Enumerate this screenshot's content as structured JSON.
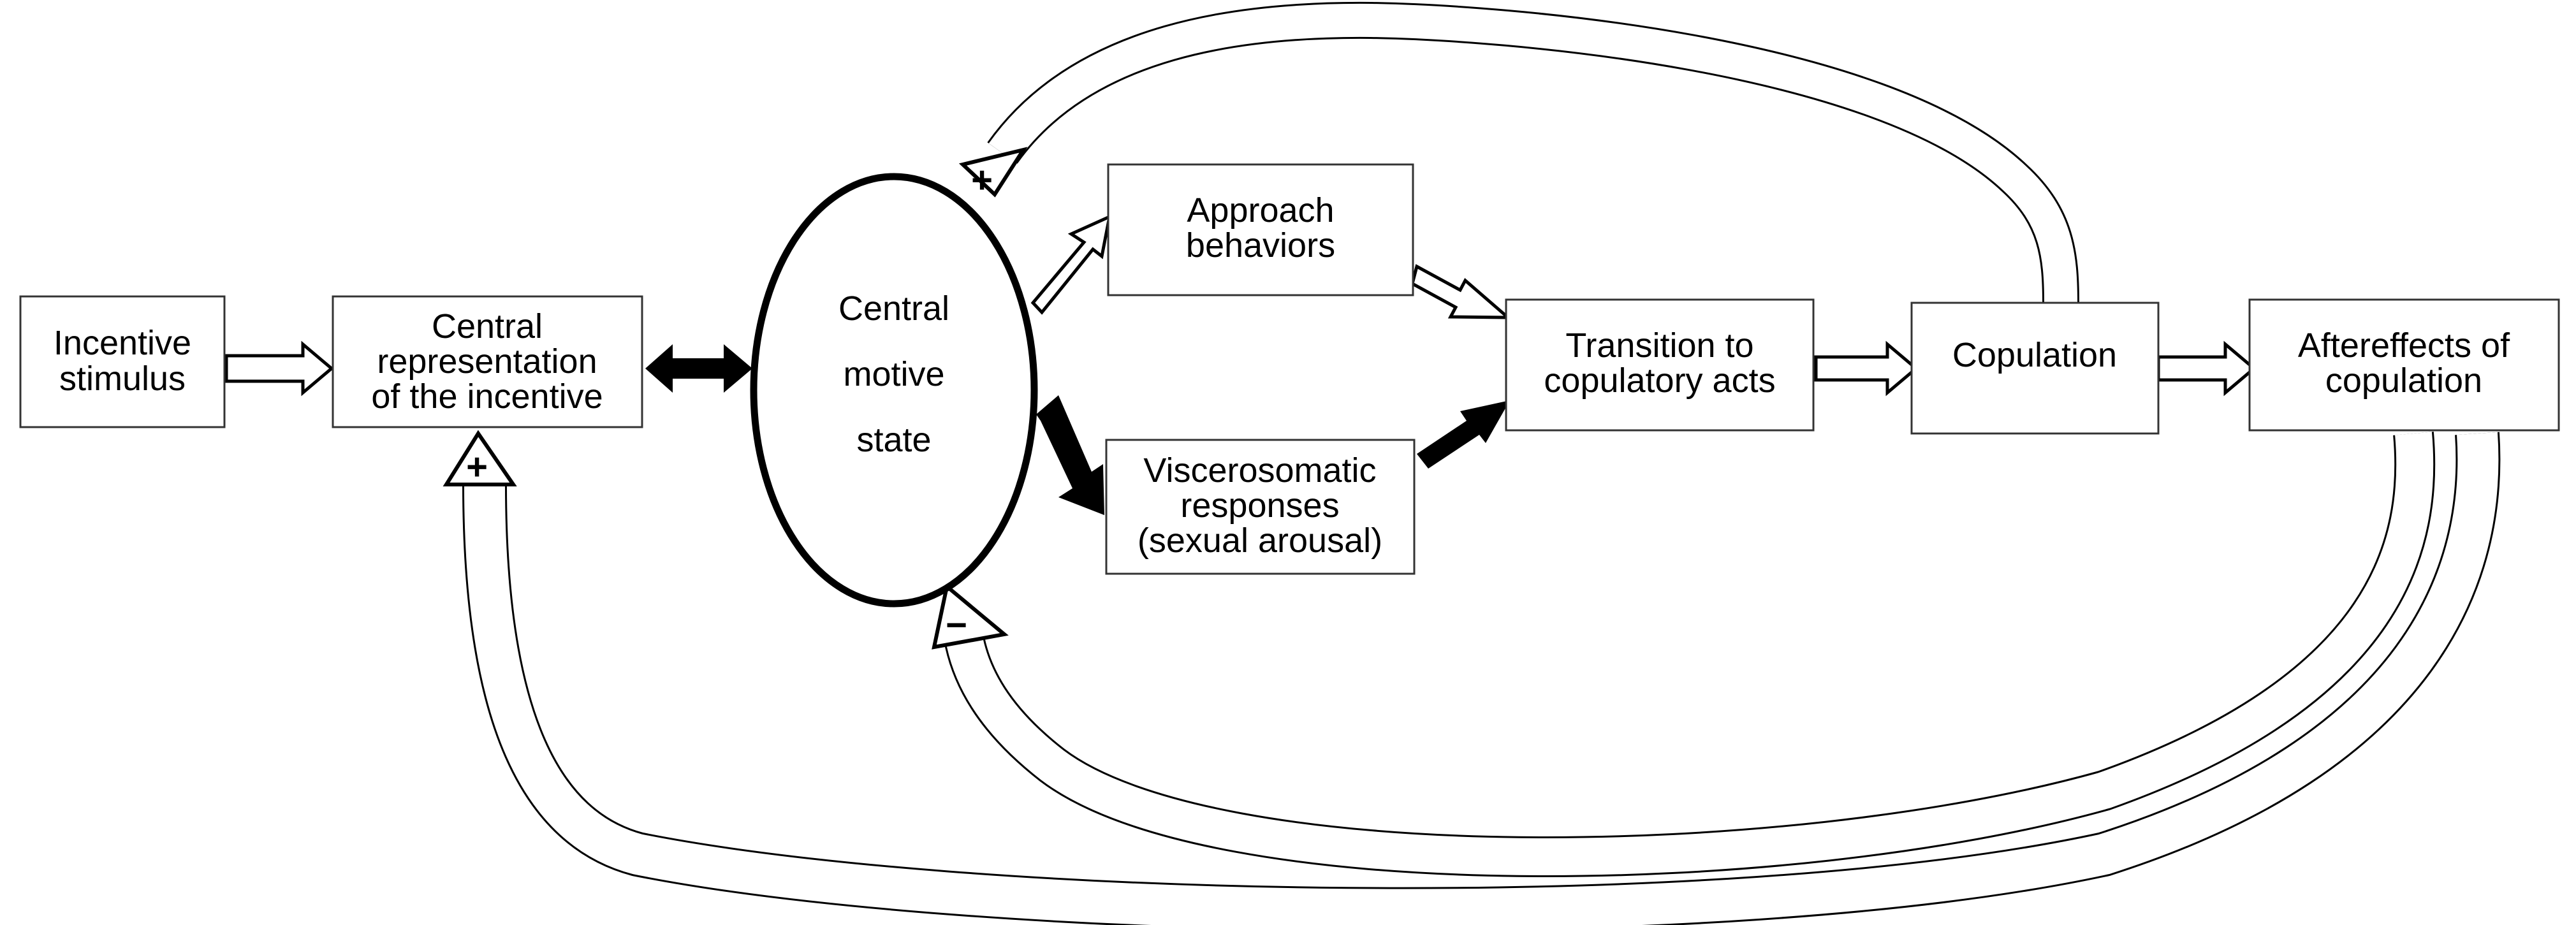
{
  "diagram": {
    "nodes": {
      "incentive_stimulus": [
        "Incentive",
        "stimulus"
      ],
      "central_representation": [
        "Central",
        "representation",
        "of the incentive"
      ],
      "central_motive_state": [
        "Central",
        "motive",
        "state"
      ],
      "approach_behaviors": [
        "Approach",
        "behaviors"
      ],
      "viscerosomatic_responses": [
        "Viscerosomatic",
        "responses",
        "(sexual arousal)"
      ],
      "transition": [
        "Transition to",
        "copulatory acts"
      ],
      "copulation": [
        "Copulation"
      ],
      "aftereffects": [
        "Aftereffects of",
        "copulation"
      ]
    },
    "feedback_signs": {
      "copulation_to_motive": "+",
      "aftereffects_to_motive": "−",
      "aftereffects_to_representation": "+"
    }
  }
}
